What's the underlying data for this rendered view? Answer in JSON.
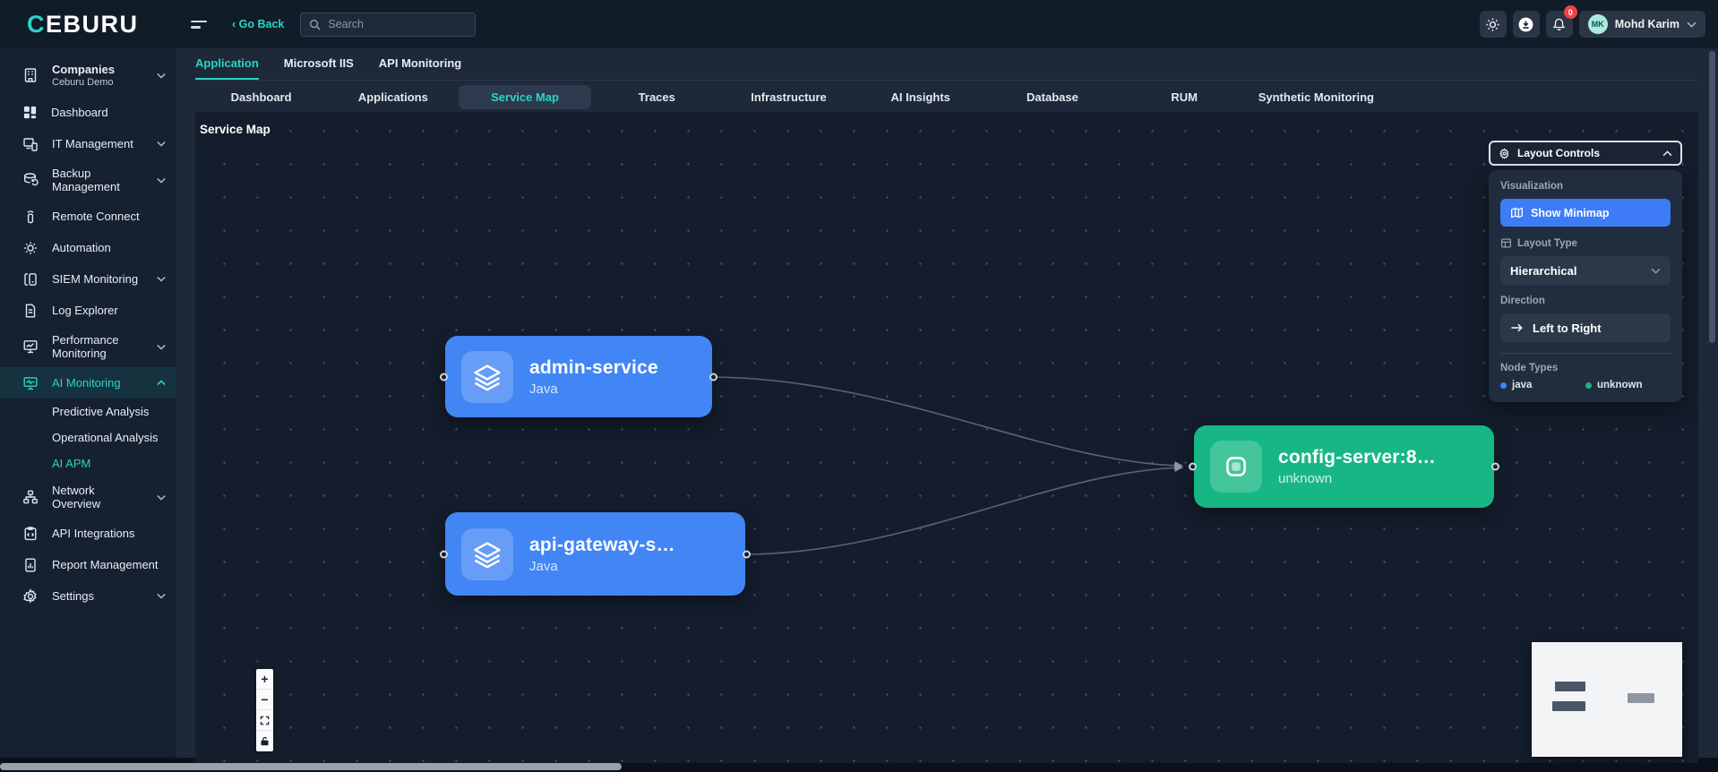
{
  "brand": {
    "logo_c": "C",
    "logo_rest": "EBURU"
  },
  "topbar": {
    "go_back_label": "‹ Go Back",
    "search_placeholder": "Search",
    "notification_badge": "0",
    "user_initials": "MK",
    "user_name": "Mohd Karim"
  },
  "sidebar": {
    "items": [
      {
        "label": "Companies",
        "sublabel": "Ceburu Demo"
      },
      {
        "label": "Dashboard"
      },
      {
        "label": "IT Management"
      },
      {
        "label": "Backup Management"
      },
      {
        "label": "Remote Connect"
      },
      {
        "label": "Automation"
      },
      {
        "label": "SIEM Monitoring"
      },
      {
        "label": "Log Explorer"
      },
      {
        "label": "Performance Monitoring"
      },
      {
        "label": "AI Monitoring"
      },
      {
        "label": "Predictive Analysis"
      },
      {
        "label": "Operational Analysis"
      },
      {
        "label": "AI APM"
      },
      {
        "label": "Network Overview"
      },
      {
        "label": "API Integrations"
      },
      {
        "label": "Report Management"
      },
      {
        "label": "Settings"
      }
    ]
  },
  "tabs": {
    "items": [
      {
        "label": "Application"
      },
      {
        "label": "Microsoft IIS"
      },
      {
        "label": "API Monitoring"
      }
    ]
  },
  "subtabs": {
    "items": [
      {
        "label": "Dashboard"
      },
      {
        "label": "Applications"
      },
      {
        "label": "Service Map"
      },
      {
        "label": "Traces"
      },
      {
        "label": "Infrastructure"
      },
      {
        "label": "AI Insights"
      },
      {
        "label": "Database"
      },
      {
        "label": "RUM"
      },
      {
        "label": "Synthetic Monitoring"
      }
    ]
  },
  "servicemap": {
    "title": "Service Map",
    "nodes": [
      {
        "title": "admin-service",
        "subtitle": "Java",
        "color": "#4285f4"
      },
      {
        "title": "api-gateway-s…",
        "subtitle": "Java",
        "color": "#4285f4"
      },
      {
        "title": "config-server:8…",
        "subtitle": "unknown",
        "color": "#16b784"
      }
    ]
  },
  "layout_controls": {
    "header": "Layout Controls",
    "visualization_label": "Visualization",
    "show_minimap_label": "Show Minimap",
    "show_minimap_color": "#3e7bf7",
    "layout_type_label": "Layout Type",
    "layout_type_value": "Hierarchical",
    "direction_label": "Direction",
    "direction_value": "Left to Right",
    "node_types_label": "Node Types",
    "legend": [
      {
        "label": "java",
        "color": "#3b82f6"
      },
      {
        "label": "unknown",
        "color": "#12b981"
      }
    ]
  },
  "canvas_controls": {
    "zoom_in": "+",
    "zoom_out": "−"
  },
  "theme": {
    "accent_teal": "#2cd3c5",
    "badge_red": "#ef4444"
  }
}
